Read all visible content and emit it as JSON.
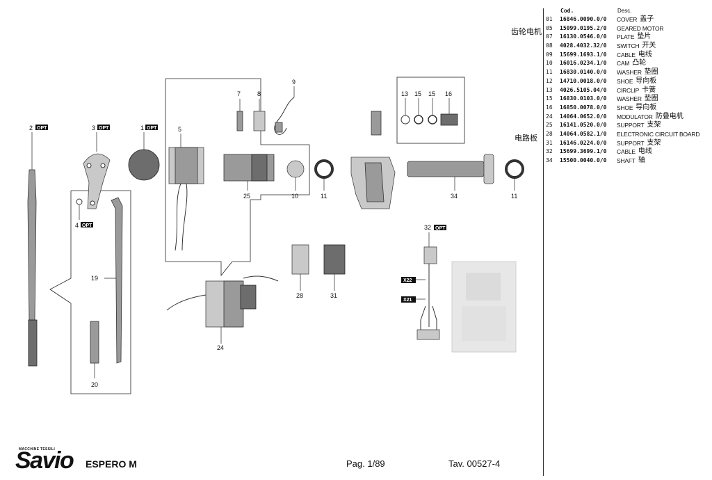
{
  "parts_list": {
    "header_code": "Cod.",
    "header_desc": "Desc.",
    "rows": [
      {
        "pos": "01",
        "code": "16846.0090.0/0",
        "desc": "COVER",
        "cn": "盖子"
      },
      {
        "pos": "05",
        "code": "15099.0195.2/0",
        "desc": "GEARED MOTOR",
        "cn": ""
      },
      {
        "pos": "07",
        "code": "16130.0546.0/0",
        "desc": "PLATE",
        "cn": "垫片"
      },
      {
        "pos": "08",
        "code": "4028.4032.32/0",
        "desc": "SWITCH",
        "cn": "开关"
      },
      {
        "pos": "09",
        "code": "15699.1693.1/0",
        "desc": "CABLE",
        "cn": "电线"
      },
      {
        "pos": "10",
        "code": "16016.0234.1/0",
        "desc": "CAM",
        "cn": "凸轮"
      },
      {
        "pos": "11",
        "code": "16830.0140.0/0",
        "desc": "WASHER",
        "cn": "垫圈"
      },
      {
        "pos": "12",
        "code": "14710.0018.0/0",
        "desc": "SHOE",
        "cn": "导向板"
      },
      {
        "pos": "13",
        "code": "4026.5105.04/0",
        "desc": "CIRCLIP",
        "cn": "卡簧"
      },
      {
        "pos": "15",
        "code": "16830.0103.0/0",
        "desc": "WASHER",
        "cn": "垫圈"
      },
      {
        "pos": "16",
        "code": "16850.0078.0/0",
        "desc": "SHOE",
        "cn": "导向板"
      },
      {
        "pos": "24",
        "code": "14064.0652.0/0",
        "desc": "MODULATOR",
        "cn": "防叠电机"
      },
      {
        "pos": "25",
        "code": "16141.0520.0/0",
        "desc": "SUPPORT",
        "cn": "支架"
      },
      {
        "pos": "28",
        "code": "14064.0582.1/0",
        "desc": "ELECTRONIC CIRCUIT BOARD",
        "cn": ""
      },
      {
        "pos": "31",
        "code": "16146.0224.0/0",
        "desc": "SUPPORT",
        "cn": "支架"
      },
      {
        "pos": "32",
        "code": "15699.3699.1/0",
        "desc": "CABLE",
        "cn": "电线"
      },
      {
        "pos": "34",
        "code": "15500.0040.0/0",
        "desc": "SHAFT",
        "cn": "轴"
      }
    ]
  },
  "side_labels": {
    "motor": "齿轮电机",
    "board": "电路板"
  },
  "callouts": {
    "c1": "1",
    "c2": "2",
    "c3": "3",
    "c4": "4",
    "c5": "5",
    "c7": "7",
    "c8": "8",
    "c9": "9",
    "c10": "10",
    "c11a": "11",
    "c11b": "11",
    "c13": "13",
    "c15a": "15",
    "c15b": "15",
    "c16": "16",
    "c19": "19",
    "c20": "20",
    "c24": "24",
    "c25": "25",
    "c28": "28",
    "c31": "31",
    "c32": "32",
    "c34": "34"
  },
  "opt_tag": "OPT",
  "connector_tags": {
    "x22": "X22",
    "x21": "X21"
  },
  "footer": {
    "brand_small": "MACCHINE TESSILI",
    "brand": "Savio",
    "model": "ESPERO M",
    "page": "Pag. 1/89",
    "table": "Tav. 00527-4"
  }
}
